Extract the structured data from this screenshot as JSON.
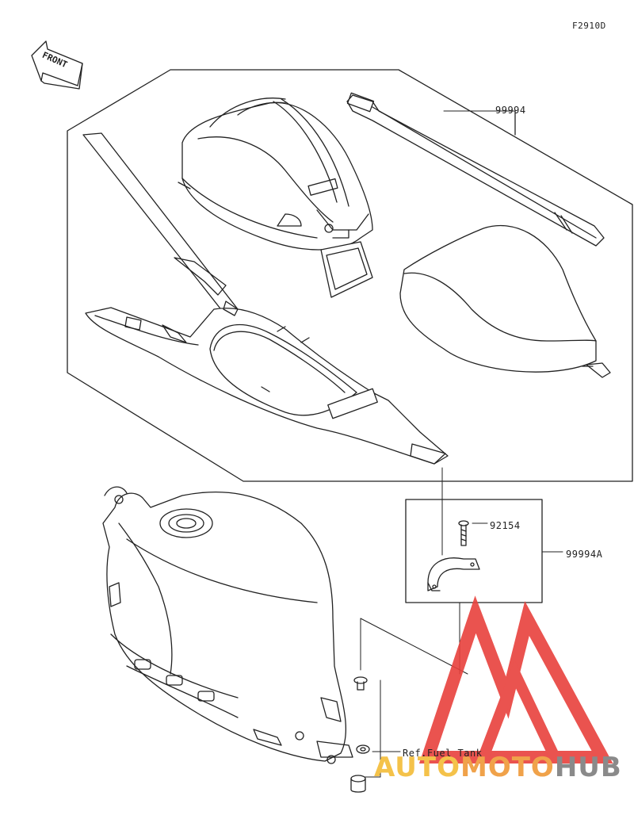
{
  "diagram": {
    "code": "F2910D",
    "front_label": "FRONT",
    "parts": {
      "main_kit": "99994",
      "bolt": "92154",
      "bracket_kit": "99994A"
    },
    "reference": "Ref.Fuel Tank"
  },
  "watermark": {
    "part1": "AUTO",
    "part2": "MOTO",
    "part3": "HUB",
    "color_red": "#e8413c",
    "color_orange": "#f0a24a",
    "color_gray": "#8a8a8a"
  }
}
